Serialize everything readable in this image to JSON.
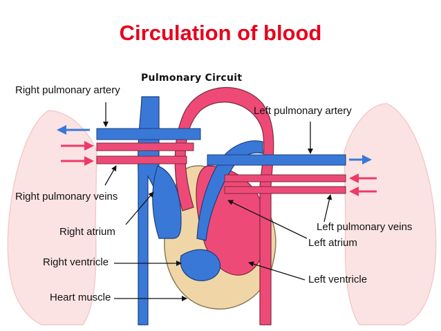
{
  "title": "Circulation of blood",
  "diagram": {
    "heading": "Pulmonary Circuit",
    "labels": {
      "right_pulmonary_artery": "Right pulmonary artery",
      "left_pulmonary_artery": "Left pulmonary artery",
      "right_pulmonary_veins": "Right pulmonary veins",
      "left_pulmonary_veins": "Left pulmonary veins",
      "right_atrium": "Right atrium",
      "left_atrium": "Left atrium",
      "right_ventricle": "Right ventricle",
      "left_ventricle": "Left ventricle",
      "heart_muscle": "Heart muscle"
    }
  },
  "colors": {
    "title": "#e8001c",
    "deoxygenated": "#3a78d8",
    "oxygenated": "#ee4a78",
    "heart_muscle": "#f0d6a6",
    "lung": "#fbe3e3"
  }
}
